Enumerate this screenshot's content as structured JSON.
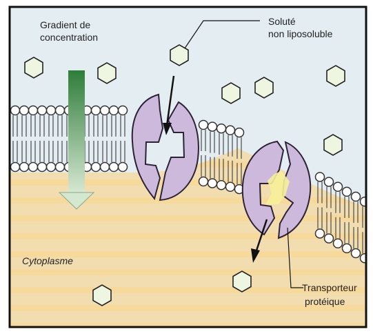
{
  "labels": {
    "gradient_line1": "Gradient de",
    "gradient_line2": "concentration",
    "solute_line1": "Soluté",
    "solute_line2": "non liposoluble",
    "cytoplasm": "Cytoplasme",
    "transporter_line1": "Transporteur",
    "transporter_line2": "protéique"
  },
  "colors": {
    "background_top": "#e4edf2",
    "cytoplasm_base": "#f2ddb0",
    "cytoplasm_stripe": "#f7d99c",
    "protein_fill": "#cdb9dc",
    "protein_stroke": "#2c2236",
    "gradient_arrow_top": "#2e7d3a",
    "gradient_arrow_bottom": "#d7e8d3",
    "solute_fill": "#eef6e2",
    "yellow_solute": "#f6ef9a",
    "frame": "#111111"
  },
  "icons": {
    "solute": "hexagon-icon",
    "direction": "arrow-icon"
  }
}
